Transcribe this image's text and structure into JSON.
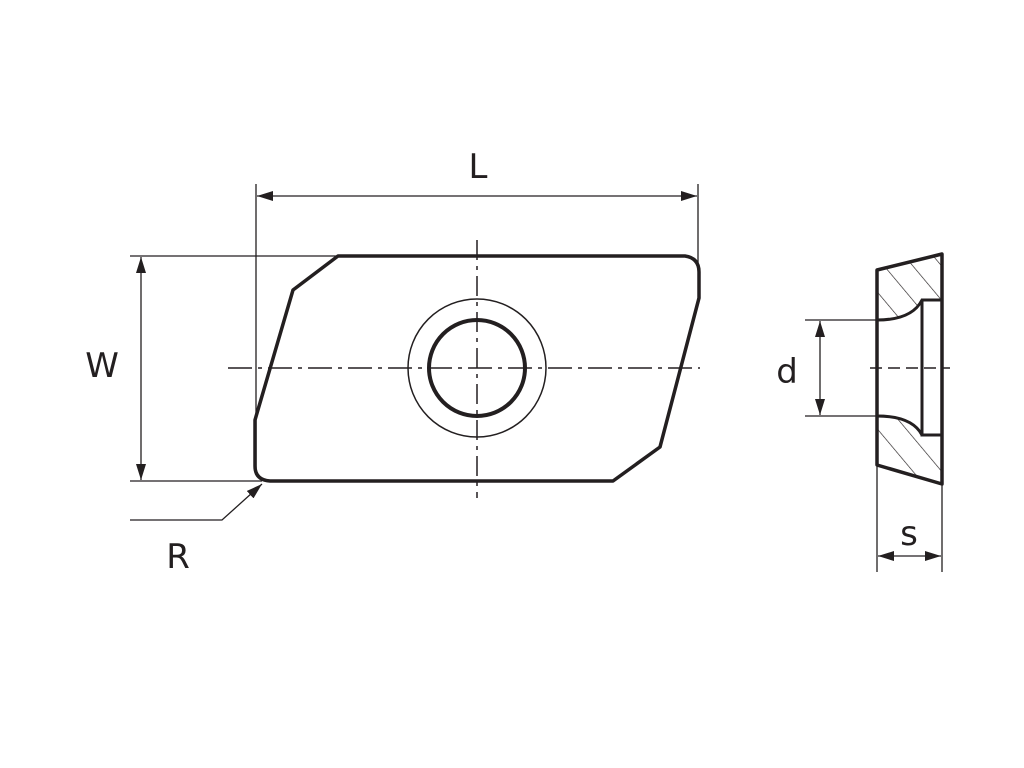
{
  "labels": {
    "length": "L",
    "width": "W",
    "radius": "R",
    "hole_diameter": "d",
    "thickness": "s"
  },
  "colors": {
    "stroke": "#231f20",
    "background": "#ffffff"
  }
}
